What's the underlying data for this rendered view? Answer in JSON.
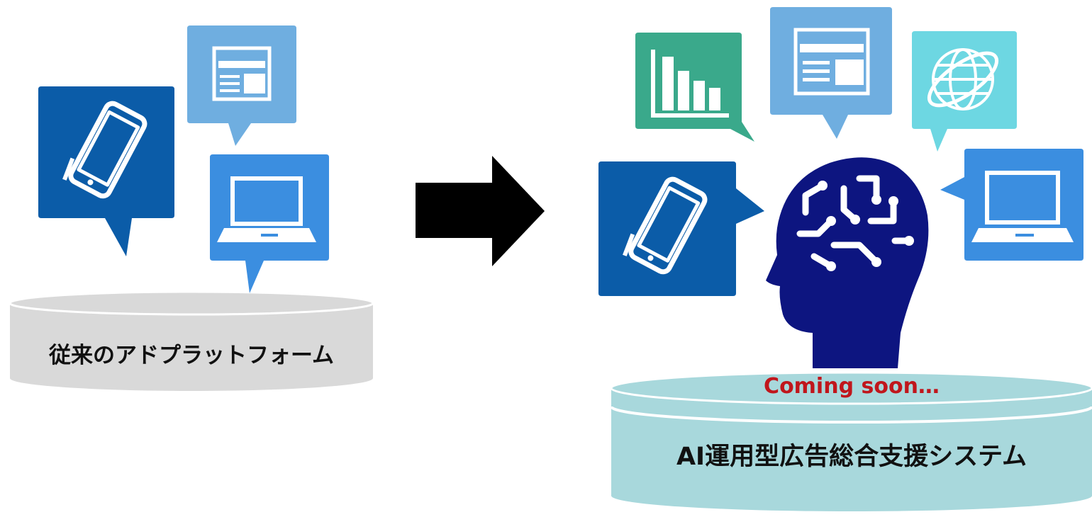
{
  "left": {
    "label": "従来のアドプラットフォーム"
  },
  "right": {
    "status": "Coming soon…",
    "label": "AI運用型広告総合支援システム"
  },
  "icons": {
    "left": [
      "smartphone-icon",
      "document-icon",
      "laptop-icon"
    ],
    "right": [
      "bar-chart-icon",
      "document-icon",
      "globe-icon",
      "smartphone-icon",
      "ai-brain-head-icon",
      "laptop-icon"
    ]
  },
  "colors": {
    "dark_blue": "#0b5ca8",
    "light_blue": "#6faee0",
    "mid_blue": "#3b8ee0",
    "green": "#3aa98b",
    "cyan": "#6dd7e2",
    "navy": "#0d1580",
    "gray_platform": "#d9d9d9",
    "teal_platform": "#a8d8dc",
    "accent_red": "#c0161c",
    "arrow": "#000000"
  }
}
